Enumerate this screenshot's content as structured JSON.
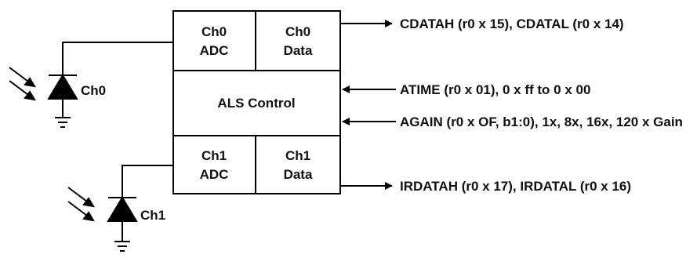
{
  "blocks": {
    "ch0_adc": [
      "Ch0",
      "ADC"
    ],
    "ch0_data": [
      "Ch0",
      "Data"
    ],
    "als_control": "ALS Control",
    "ch1_adc": [
      "Ch1",
      "ADC"
    ],
    "ch1_data": [
      "Ch1",
      "Data"
    ]
  },
  "photodiodes": {
    "ch0": "Ch0",
    "ch1": "Ch1"
  },
  "signals": {
    "ch0_output": "CDATAH (r0 x 15), CDATAL (r0 x 14)",
    "atime": "ATIME (r0 x 01), 0 x ff to 0 x 00",
    "again": "AGAIN (r0 x OF, b1:0), 1x, 8x, 16x, 120 x Gain",
    "ch1_output": "IRDATAH (r0 x 17), IRDATAL (r0 x 16)"
  }
}
